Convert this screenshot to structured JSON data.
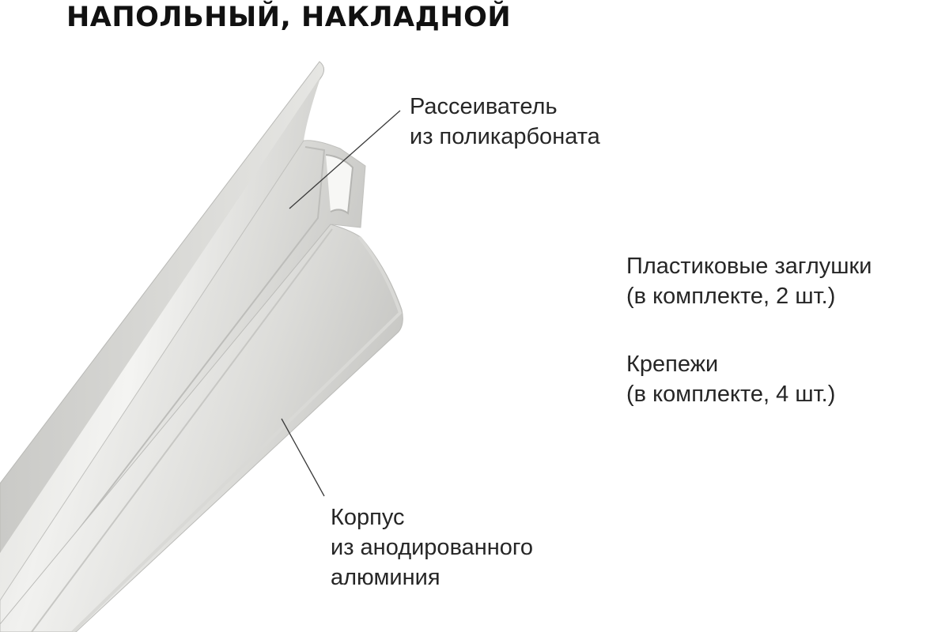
{
  "title": "НАПОЛЬНЫЙ, НАКЛАДНОЙ",
  "callouts": {
    "diffuser": {
      "line1": "Рассеиватель",
      "line2": "из поликарбоната"
    },
    "end_caps": {
      "line1": "Пластиковые заглушки",
      "line2": "(в комплекте, 2 шт.)"
    },
    "mounts": {
      "line1": "Крепежи",
      "line2": "(в комплекте, 4 шт.)"
    },
    "body": {
      "line1": "Корпус",
      "line2": "из анодированного",
      "line3": "алюминия"
    }
  },
  "colors": {
    "text": "#262626",
    "title": "#111111",
    "aluminium_light": "#eeeeed",
    "aluminium_mid": "#cfcfcc",
    "aluminium_dark": "#a9a9a6",
    "leader_line": "#3a3a3a"
  }
}
